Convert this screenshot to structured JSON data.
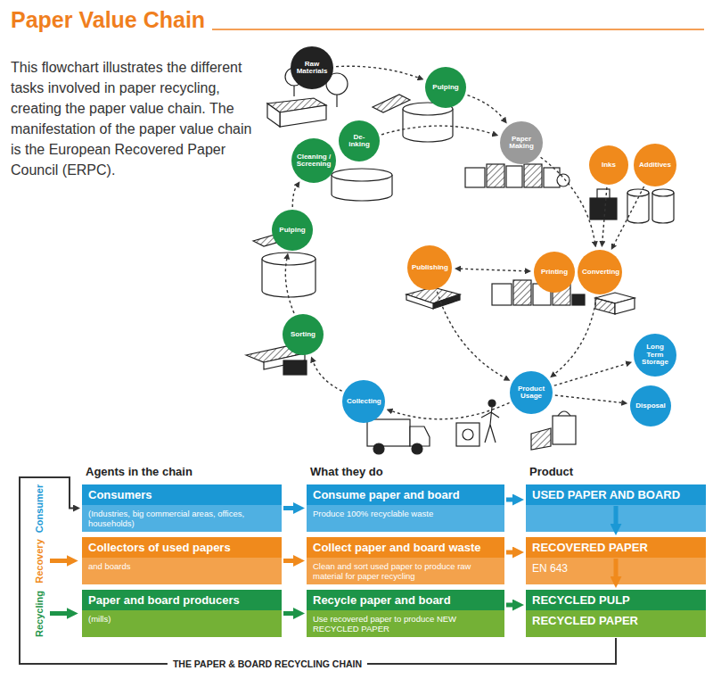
{
  "diagram": {
    "title": "Paper Value Chain",
    "caption": "This flowchart illustrates the different tasks involved in paper recycling, creating the paper value chain. The manifestation of the paper value chain is the European Recovered Paper Council (ERPC).",
    "nodes": [
      {
        "text": [
          "Raw Materials"
        ]
      },
      {
        "text": [
          "Pulping"
        ]
      },
      {
        "text": [
          "Paper Making"
        ]
      },
      {
        "text": [
          "Inks"
        ]
      },
      {
        "text": [
          "Additives"
        ]
      },
      {
        "text": [
          "Publishing"
        ]
      },
      {
        "text": [
          "Printing"
        ]
      },
      {
        "text": [
          "Converting"
        ]
      },
      {
        "text": [
          "Long Term Storage"
        ]
      },
      {
        "text": [
          "Product Usage"
        ]
      },
      {
        "text": [
          "Disposal"
        ]
      },
      {
        "text": [
          "Collecting"
        ]
      },
      {
        "text": [
          "Sorting"
        ]
      },
      {
        "text": [
          "Pulping"
        ]
      },
      {
        "text": [
          "Cleaning / Screening"
        ]
      },
      {
        "text": [
          "De-inking"
        ]
      },
      {
        "text": [
          "Consumers",
          "(Industries, big commercial areas, offices, households)"
        ]
      },
      {
        "text": [
          "Consume paper and board",
          "Produce 100% recyclable waste"
        ]
      },
      {
        "text": [
          "USED PAPER AND BOARD"
        ]
      },
      {
        "text": [
          "Collectors of used papers",
          "and boards"
        ]
      },
      {
        "text": [
          "Collect paper and board waste",
          "Clean and sort used paper to produce raw material for paper recycling"
        ]
      },
      {
        "text": [
          "RECOVERED PAPER"
        ]
      },
      {
        "text": [
          "EN 643"
        ]
      },
      {
        "text": [
          "Paper and board producers",
          "(mills)"
        ]
      },
      {
        "text": [
          "Recycle paper and board",
          "Use recovered paper to produce NEW RECYCLED PAPER"
        ]
      },
      {
        "text": [
          "RECYCLED PULP"
        ]
      },
      {
        "text": [
          "RECYCLED PAPER"
        ]
      }
    ],
    "edges": [
      {
        "from": 0,
        "to": 1,
        "arrow": "to"
      },
      {
        "from": 1,
        "to": 2,
        "arrow": "to"
      },
      {
        "from": 2,
        "to": 7,
        "arrow": "to"
      },
      {
        "from": 3,
        "to": 7,
        "arrow": "to"
      },
      {
        "from": 4,
        "to": 7,
        "arrow": "to"
      },
      {
        "from": 5,
        "to": 6,
        "arrow": "both"
      },
      {
        "from": 5,
        "to": 9,
        "arrow": "to"
      },
      {
        "from": 7,
        "to": 9,
        "arrow": "to"
      },
      {
        "from": 9,
        "to": 8,
        "arrow": "to"
      },
      {
        "from": 9,
        "to": 10,
        "arrow": "to"
      },
      {
        "from": 9,
        "to": 11,
        "arrow": "to"
      },
      {
        "from": 11,
        "to": 12,
        "arrow": "to"
      },
      {
        "from": 12,
        "to": 13,
        "arrow": "to"
      },
      {
        "from": 13,
        "to": 14,
        "arrow": "to"
      },
      {
        "from": 15,
        "to": 2,
        "arrow": "to"
      },
      {
        "from": 16,
        "to": 17,
        "arrow": "to"
      },
      {
        "from": 17,
        "to": 18,
        "arrow": "to"
      },
      {
        "from": 19,
        "to": 20,
        "arrow": "to"
      },
      {
        "from": 20,
        "to": 21,
        "arrow": "to"
      },
      {
        "from": 23,
        "to": 24,
        "arrow": "to"
      },
      {
        "from": 24,
        "to": 25,
        "arrow": "to"
      },
      {
        "from": 18,
        "to": 21,
        "arrow": "to"
      },
      {
        "from": 21,
        "to": 25,
        "arrow": "to"
      },
      {
        "from": 26,
        "to": 16,
        "label": "THE PAPER & BOARD RECYCLING CHAIN",
        "arrow": "to"
      }
    ],
    "labels": [
      "Agents in the chain",
      "What they do",
      "Product",
      "Consumer",
      "Recovery",
      "Recycling"
    ]
  }
}
